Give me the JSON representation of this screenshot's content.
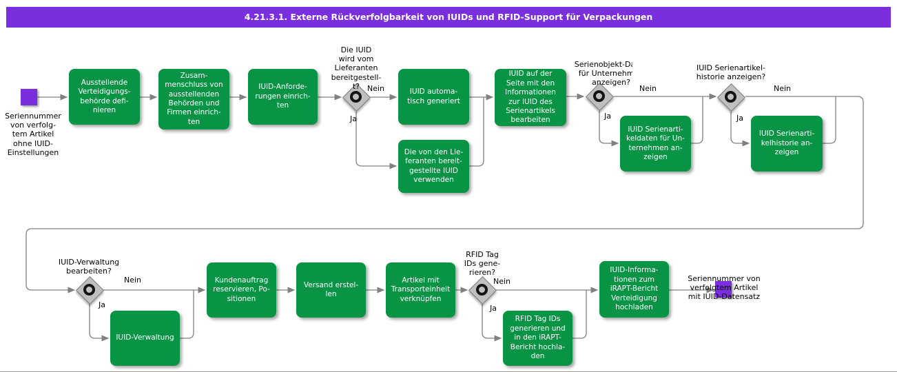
{
  "title": "4.21.3.1. Externe Rückverfolgbarkeit von IUIDs und RFID-Support für Verpackungen",
  "colors": {
    "title_bar_purple": "#7B2EDD",
    "event_purple": "#7B2EDD",
    "task_green": "#089444",
    "gateway_gray": "#bfbfbf",
    "connector_gray": "#808080"
  },
  "start_event": {
    "label": "Seriennummer\nvon verfolg-\ntem Artikel\nohne IUID-\nEinstellungen"
  },
  "end_event": {
    "label": "Seriennummer von\nverfolgtem Artikel\nmit IUID-Datensatz"
  },
  "tasks": {
    "define_issuing_authority": "Ausstellende\nVerteidigungs-\nbehörde defi-\nnieren",
    "setup_issuing_association": "Zusam-\nmenschluss von\nausstellenden\nBehörden und\nFirmen einrich-\nten",
    "setup_iuid_requirements": "IUID-Anforde-\nrungen einrich-\nten",
    "iuid_auto_generated": "IUID automa-\ntisch generiert",
    "use_supplier_iuid": "Die von den Lie-\nferanten bereit-\ngestellte IUID\nverwenden",
    "edit_iuid_info_page": "IUID auf der\nSeite mit den\nInformationen\nzur IUID des\nSerienartikels\nbearbeiten",
    "show_serial_item_data": "IUID Serienarti-\nkeldaten für Un-\nternehmen an-\nzeigen",
    "show_serial_item_history": "IUID Serienarti-\nkelhistorie an-\nzeigen",
    "reserve_customer_order": "Kundenauftrag\nreservieren, Po-\nsitionen",
    "iuid_management": "IUID-Verwaltung",
    "create_shipment": "Versand erstel-\nlen",
    "link_article_transport_unit": "Artikel mit\nTransporteinheit\nverknüpfen",
    "upload_iuid_info_irapt": "IUID-Informa-\ntionen zum\niRAPT-Bericht\nVerteidigung\nhochladen",
    "generate_rfid_upload": "RFID Tag IDs\ngenerieren und\nin den iRAPT-\nBericht hochla-\nden"
  },
  "decisions": {
    "supplier_provided": {
      "question": "Die IUID\nwird vom\nLieferanten\nbereitgestell-\nt?"
    },
    "show_serial_object_data": {
      "question": "Serienobjekt-Daten\nfür Unternehmen\nanzeigen?"
    },
    "show_serial_history": {
      "question": "IUID  Serienartikel-\nhistorie  anzeigen?"
    },
    "edit_iuid_management": {
      "question": "IUID-Verwaltung\nbearbeiten?"
    },
    "generate_rfid_tags": {
      "question": "RFID Tag\nIDs  gene-\nrieren?"
    }
  },
  "branch_labels": {
    "yes": "Ja",
    "no": "Nein"
  }
}
